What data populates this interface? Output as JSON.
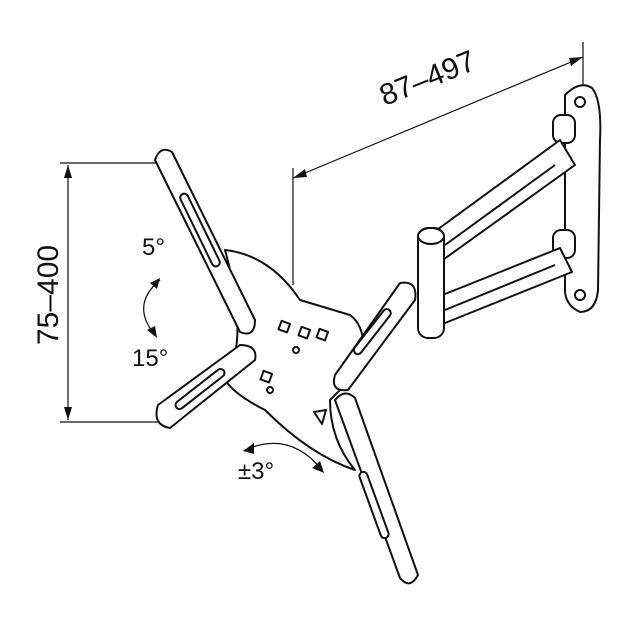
{
  "dimensions": {
    "depth_range": "87–497",
    "vesa_range": "75–400"
  },
  "angles": {
    "tilt_up": "5°",
    "tilt_down": "15°",
    "rotation": "±3°"
  },
  "colors": {
    "line": "#111111",
    "background": "#ffffff"
  }
}
